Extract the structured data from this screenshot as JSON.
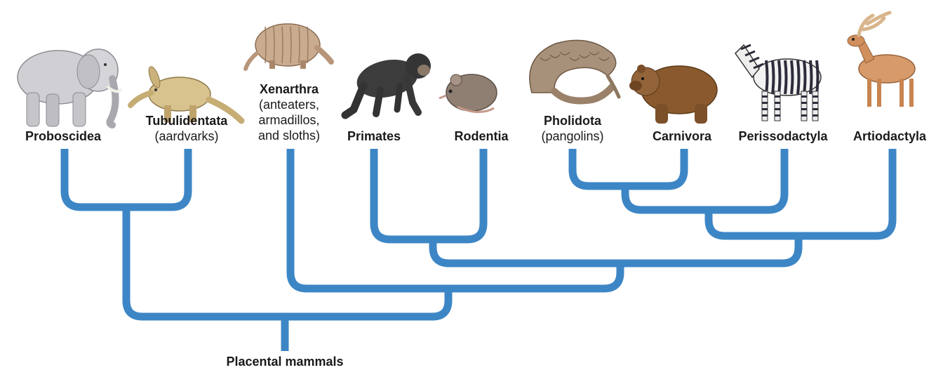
{
  "diagram": {
    "root_label": "Placental mammals",
    "branch_color": "#3d86c6",
    "taxa": [
      {
        "name": "Proboscidea",
        "sub": [],
        "animal": "elephant"
      },
      {
        "name": "Tubulidentata",
        "sub": [
          "(aardvarks)"
        ],
        "animal": "aardvark"
      },
      {
        "name": "Xenarthra",
        "sub": [
          "(anteaters,",
          "armadillos,",
          "and sloths)"
        ],
        "animal": "armadillo"
      },
      {
        "name": "Primates",
        "sub": [],
        "animal": "chimpanzee"
      },
      {
        "name": "Rodentia",
        "sub": [],
        "animal": "rat"
      },
      {
        "name": "Pholidota",
        "sub": [
          "(pangolins)"
        ],
        "animal": "pangolin"
      },
      {
        "name": "Carnivora",
        "sub": [],
        "animal": "bear"
      },
      {
        "name": "Perissodactyla",
        "sub": [],
        "animal": "zebra"
      },
      {
        "name": "Artiodactyla",
        "sub": [],
        "animal": "deer"
      }
    ]
  }
}
